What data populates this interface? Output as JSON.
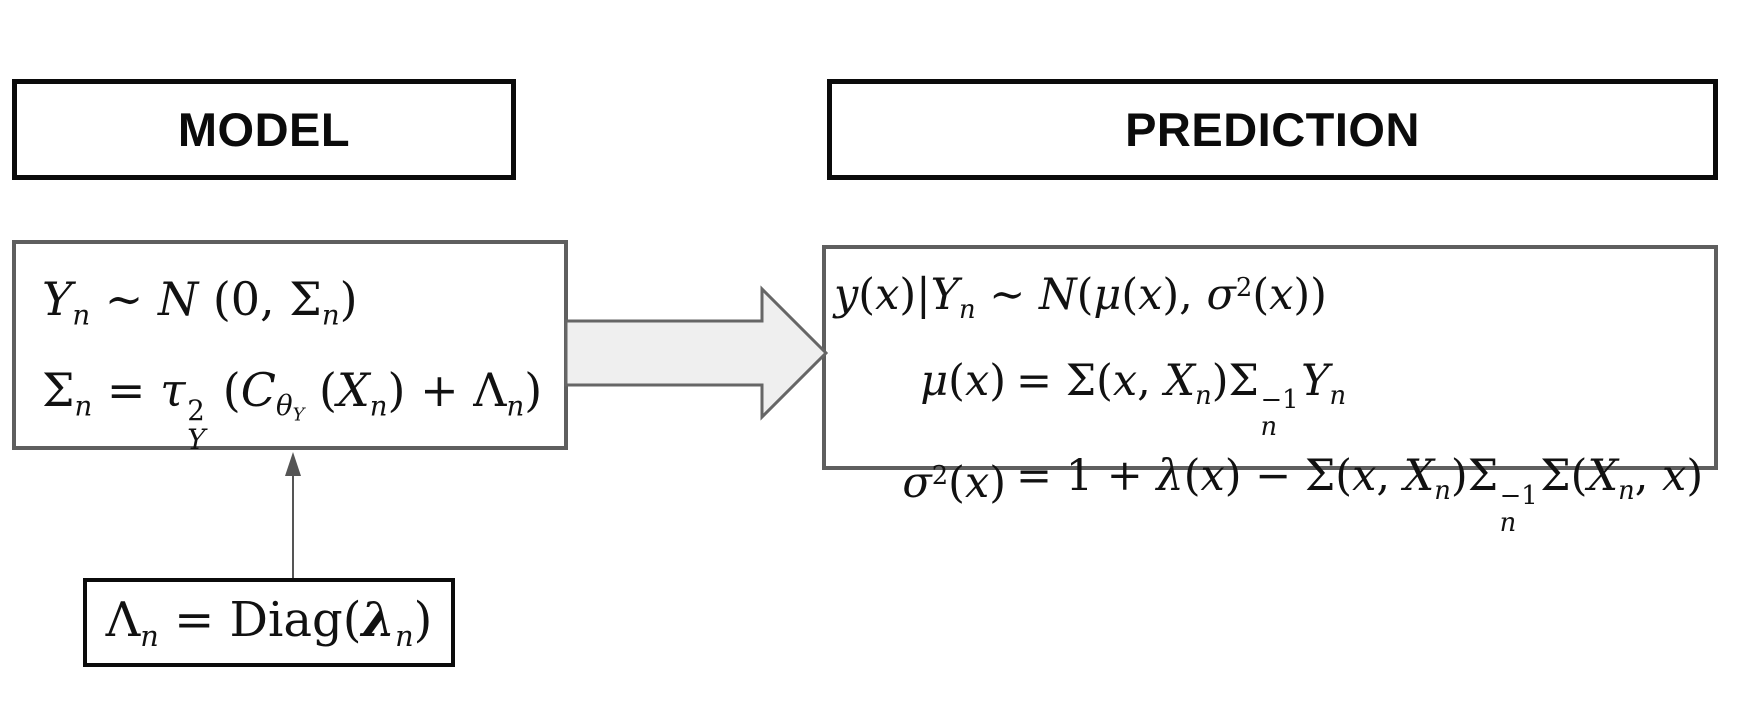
{
  "colors": {
    "title_border": "#0b0b0b",
    "equation_border": "#5f5f5f",
    "lambda_border": "#0b0b0b",
    "block_arrow_fill": "#efefef",
    "block_arrow_stroke": "#666666",
    "thin_arrow": "#555555",
    "text": "#111111",
    "background": "#ffffff"
  },
  "model": {
    "title": "MODEL",
    "equations_html": [
      "<i>Y</i><sub><i>n</i></sub> ∼ <span class='cal'>N</span> (0, Σ<sub><i>n</i></sub>)",
      "Σ<sub><i>n</i></sub> = <i>τ</i><span class='ss'><span class='t'>2</span><span class='b'><i>Y</i></span></span> (<i>C</i><sub><i>θ</i><sub><i>Y</i></sub></sub> (<i>X</i><sub><i>n</i></sub>) + Λ<sub><i>n</i></sub>)"
    ]
  },
  "prediction": {
    "title": "PREDICTION",
    "line1_html": "<i>y</i>(<i>x</i>)|<i>Y</i><sub><i>n</i></sub> ∼ <span class='cal'>N</span>(<i>μ</i>(<i>x</i>), <i>σ</i><sup>2</sup>(<i>x</i>))",
    "line2_lhs_html": "<i>μ</i>(<i>x</i>)",
    "line2_rhs_html": "= Σ(<i>x</i>, <i>X</i><sub><i>n</i></sub>)Σ<span class='ss'><span class='t'>−1</span><span class='b'><i>n</i></span></span><i>Y</i><sub><i>n</i></sub>",
    "line3_lhs_html": "<i>σ</i><sup>2</sup>(<i>x</i>)",
    "line3_rhs_html": "= 1 + <i>λ</i>(<i>x</i>) − Σ(<i>x</i>, <i>X</i><sub><i>n</i></sub>)Σ<span class='ss'><span class='t'>−1</span><span class='b'><i>n</i></span></span>Σ(<i>X</i><sub><i>n</i></sub>, <i>x</i>)"
  },
  "lambda": {
    "equation_html": "Λ<sub><i>n</i></sub> = Diag(<b><i>λ</i></b><sub><i>n</i></sub>)"
  }
}
